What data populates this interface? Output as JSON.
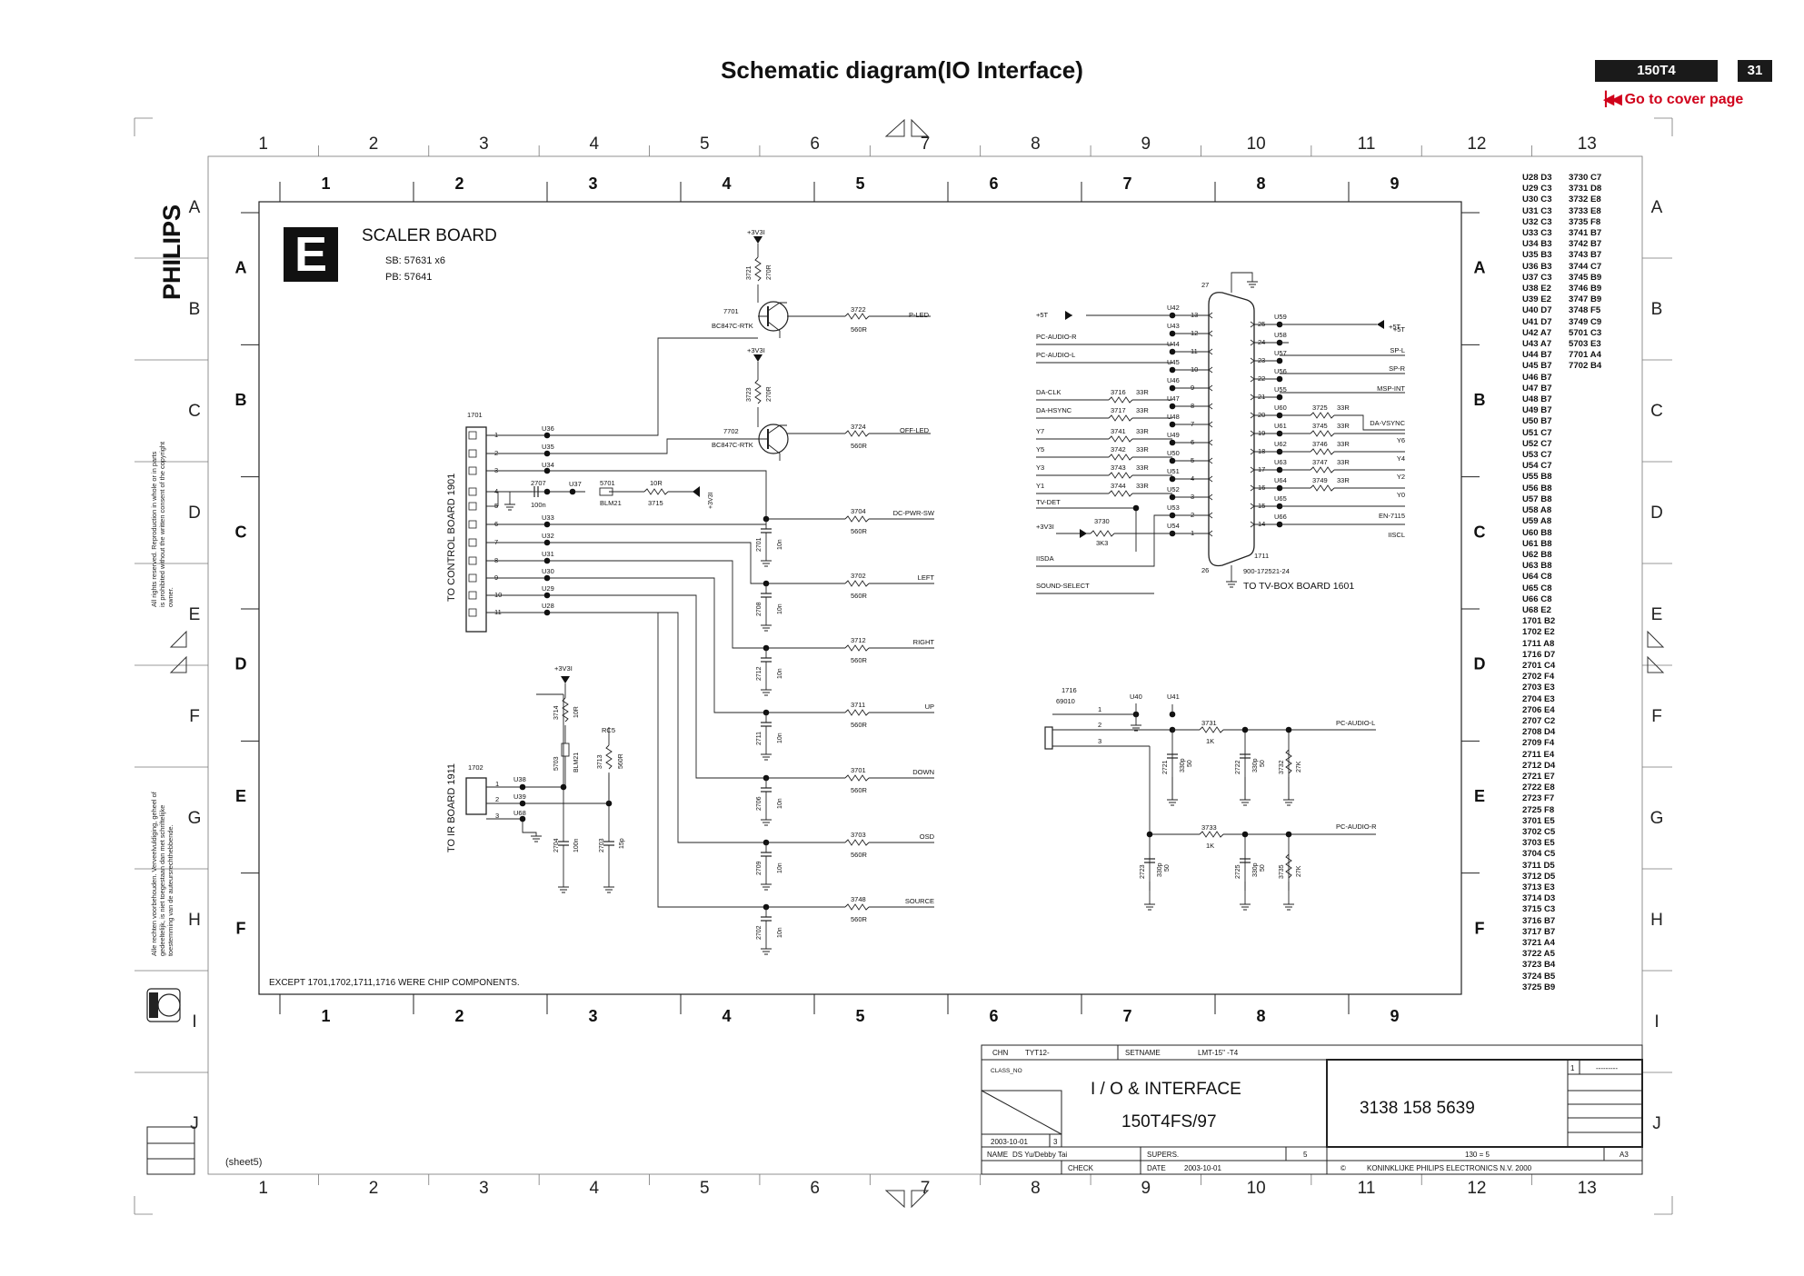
{
  "header": {
    "title": "Schematic diagram(IO Interface)",
    "model": "150T4",
    "page_number": "31",
    "cover_link": "Go to cover page"
  },
  "brand": {
    "logo_text": "PHILIPS",
    "copyright_en": [
      "All rights reserved. Reproduction in whole or in parts",
      "is prohibited without the written consent of the copyright",
      "owner."
    ],
    "copyright_nl": [
      "Alle rechten voorbehouden. Verveelvuldiging, geheel of",
      "gedeeltelijk, is niet toegestaan dan met schriftelijke",
      "toestemming van de auteursrechthebbende."
    ]
  },
  "outer_grid": {
    "columns": [
      "1",
      "2",
      "3",
      "4",
      "5",
      "6",
      "7",
      "8",
      "9",
      "10",
      "11",
      "12",
      "13"
    ],
    "rows": [
      "A",
      "B",
      "C",
      "D",
      "E",
      "F",
      "G",
      "H",
      "I",
      "J"
    ]
  },
  "inner_grid": {
    "columns": [
      "1",
      "2",
      "3",
      "4",
      "5",
      "6",
      "7",
      "8",
      "9"
    ],
    "rows": [
      "A",
      "B",
      "C",
      "D",
      "E",
      "F"
    ]
  },
  "board": {
    "letter": "E",
    "name": "SCALER BOARD",
    "sb": "SB: 57631 x6",
    "pb": "PB: 57641",
    "footnote": "EXCEPT 1701,1702,1711,1716  WERE CHIP COMPONENTS."
  },
  "connector_1701": {
    "ref": "1701",
    "label": "TO CONTROL  BOARD 1901",
    "pins": [
      "1",
      "2",
      "3",
      "4",
      "5",
      "6",
      "7",
      "8",
      "9",
      "10",
      "11"
    ],
    "test_points": [
      "U36",
      "U35",
      "U34",
      "U37",
      "U33",
      "U32",
      "U31",
      "U30",
      "U29",
      "U28"
    ]
  },
  "connector_1702": {
    "ref": "1702",
    "label": "TO IR  BOARD 1911",
    "pins": [
      "1",
      "2",
      "3"
    ],
    "test_points": [
      "U38",
      "U39",
      "U68"
    ]
  },
  "components_left": {
    "r_3721": "3721",
    "r_3721_val": "270R",
    "supply_1": "+3V3I",
    "t_7701": "7701",
    "t_7701_type": "BC847C-RTK",
    "r_3722": "3722",
    "r_3722_val": "560R",
    "net_pled": "P-LED",
    "r_3723": "3723",
    "r_3723_val": "270R",
    "supply_2": "+3V3I",
    "t_7702": "7702",
    "t_7702_type": "BC847C-RTK",
    "r_3724": "3724",
    "r_3724_val": "560R",
    "net_offled": "OFF-LED",
    "c_2707": "2707",
    "c_2707_val": "100n",
    "l_5701": "5701",
    "l_5701_type": "BLM21",
    "r_3715": "3715",
    "r_3715_val": "10R",
    "supply_3": "+3V3I",
    "r_3714": "3714",
    "r_3714_val": "10R",
    "supply_4": "+3V3I",
    "l_5703": "5703",
    "l_5703_type": "BLM21",
    "r_3713": "3713",
    "r_3713_val": "560R",
    "rc5": "RC5",
    "c_2704": "2704",
    "c_2704_val": "100n",
    "c_2703": "2703",
    "c_2703_val": "15p"
  },
  "output_lines": [
    {
      "r": "3704",
      "val": "560R",
      "net": "DC-PWR-SW",
      "c": "2701",
      "cval": "10n"
    },
    {
      "r": "3702",
      "val": "560R",
      "net": "LEFT",
      "c": "2708",
      "cval": "10n"
    },
    {
      "r": "3712",
      "val": "560R",
      "net": "RIGHT",
      "c": "2712",
      "cval": "10n"
    },
    {
      "r": "3711",
      "val": "560R",
      "net": "UP",
      "c": "2711",
      "cval": "10n"
    },
    {
      "r": "3701",
      "val": "560R",
      "net": "DOWN",
      "c": "2706",
      "cval": "10n"
    },
    {
      "r": "3703",
      "val": "560R",
      "net": "OSD",
      "c": "2709",
      "cval": "10n"
    },
    {
      "r": "3748",
      "val": "560R",
      "net": "SOURCE",
      "c": "2702",
      "cval": "10n"
    }
  ],
  "connector_1711": {
    "ref": "1711",
    "part": "900-172521-24",
    "label": "TO TV-BOX  BOARD 1601",
    "pin_top": "27",
    "pin_bottom": "26",
    "left_pins": [
      "13",
      "12",
      "11",
      "10",
      "9",
      "8",
      "7",
      "6",
      "5",
      "4",
      "3",
      "2",
      "1"
    ],
    "right_pins": [
      "25",
      "24",
      "23",
      "22",
      "21",
      "20",
      "19",
      "18",
      "17",
      "16",
      "15",
      "14"
    ],
    "left_test_points": [
      "U42",
      "U43",
      "U44",
      "U45",
      "U46",
      "U47",
      "U48",
      "U49",
      "U50",
      "U51",
      "U52",
      "U53",
      "U54"
    ],
    "right_test_points": [
      "U59",
      "U58",
      "U57",
      "U56",
      "U55",
      "U60",
      "U61",
      "U62",
      "U63",
      "U64",
      "U65",
      "U66"
    ],
    "left_nets": [
      "+5T",
      "PC-AUDIO-R",
      "PC-AUDIO-L",
      "DA-CLK",
      "DA-HSYNC",
      "Y7",
      "Y5",
      "Y3",
      "Y1",
      "TV-DET",
      "+3V3I",
      "IISDA",
      "SOUND-SELECT"
    ],
    "right_nets": [
      "+5T",
      "SP-L",
      "SP-R",
      "MSP-INT",
      "DA-VSYNC",
      "Y6",
      "Y4",
      "Y2",
      "Y0",
      "EN-7115",
      "IISCL"
    ],
    "left_resistors": [
      {
        "r": "3716",
        "val": "33R"
      },
      {
        "r": "3717",
        "val": "33R"
      },
      {
        "r": "3741",
        "val": "33R"
      },
      {
        "r": "3742",
        "val": "33R"
      },
      {
        "r": "3743",
        "val": "33R"
      },
      {
        "r": "3744",
        "val": "33R"
      },
      {
        "r": "3730",
        "val": "3K3"
      }
    ],
    "right_resistors": [
      {
        "r": "3725",
        "val": "33R"
      },
      {
        "r": "3745",
        "val": "33R"
      },
      {
        "r": "3746",
        "val": "33R"
      },
      {
        "r": "3747",
        "val": "33R"
      },
      {
        "r": "3749",
        "val": "33R"
      }
    ]
  },
  "audio_1716": {
    "ref": "1716",
    "part": "69010",
    "pins": [
      "1",
      "2",
      "3"
    ],
    "test_points": [
      "U40",
      "U41"
    ],
    "r_3731": "3731",
    "r_3731_val": "1K",
    "r_3733": "3733",
    "r_3733_val": "1K",
    "net_l": "PC-AUDIO-L",
    "net_r": "PC-AUDIO-R",
    "caps": [
      {
        "ref": "2721",
        "val": "330p",
        "v": "50"
      },
      {
        "ref": "2722",
        "val": "330p",
        "v": "50"
      },
      {
        "ref": "3732",
        "val": "27K",
        "v": ""
      },
      {
        "ref": "2723",
        "val": "330p",
        "v": "50"
      },
      {
        "ref": "2725",
        "val": "330p",
        "v": "50"
      },
      {
        "ref": "3735",
        "val": "27K",
        "v": ""
      }
    ]
  },
  "ref_index_col1": [
    "U28 D3",
    "U29 C3",
    "U30 C3",
    "U31 C3",
    "U32 C3",
    "U33 C3",
    "U34 B3",
    "U35 B3",
    "U36 B3",
    "U37 C3",
    "U38 E2",
    "U39 E2",
    "U40 D7",
    "U41 D7",
    "U42 A7",
    "U43 A7",
    "U44 B7",
    "U45 B7",
    "U46 B7",
    "U47 B7",
    "U48 B7",
    "U49 B7",
    "U50 B7",
    "U51 C7",
    "U52 C7",
    "U53 C7",
    "U54 C7",
    "U55 B8",
    "U56 B8",
    "U57 B8",
    "U58 A8",
    "U59 A8",
    "U60 B8",
    "U61 B8",
    "U62 B8",
    "U63 B8",
    "U64 C8",
    "U65 C8",
    "U66 C8",
    "U68 E2",
    "1701 B2",
    "1702 E2",
    "1711 A8",
    "1716 D7",
    "2701 C4",
    "2702 F4",
    "2703 E3",
    "2704 E3",
    "2706 E4",
    "2707 C2",
    "2708 D4",
    "2709 F4",
    "2711 E4",
    "2712 D4",
    "2721 E7",
    "2722 E8",
    "2723 F7",
    "2725 F8",
    "3701 E5",
    "3702 C5",
    "3703 E5",
    "3704 C5",
    "3711 D5",
    "3712 D5",
    "3713 E3",
    "3714 D3",
    "3715 C3",
    "3716 B7",
    "3717 B7",
    "3721 A4",
    "3722 A5",
    "3723 B4",
    "3724 B5",
    "3725 B9"
  ],
  "ref_index_col2": [
    "3730 C7",
    "3731 D8",
    "3732 E8",
    "3733 E8",
    "3735 F8",
    "3741 B7",
    "3742 B7",
    "3743 B7",
    "3744 C7",
    "3745 B9",
    "3746 B9",
    "3747 B9",
    "3748 F5",
    "3749 C9",
    "5701 C3",
    "5703 E3",
    "7701 A4",
    "7702 B4"
  ],
  "title_block": {
    "chn_label": "CHN",
    "chn_value": "TYT12-",
    "setname_label": "SETNAME",
    "setname_value": "LMT-15\" -T4",
    "class_no": "CLASS_NO",
    "title_line1": "I / O & INTERFACE",
    "title_line2": "150T4FS/97",
    "doc_number": "3138 158 5639",
    "date_small": "2003-10-01",
    "date_small_n": "3",
    "name_label": "NAME",
    "name_value": "DS Yu/Debby Tai",
    "supers_label": "SUPERS.",
    "supers_value": "5",
    "check_label": "CHECK",
    "date_label": "DATE",
    "date_value": "2003-10-01",
    "copyright": "KONINKLIJKE PHILIPS ELECTRONICS N.V. 2000",
    "sheet_ratio": "130  =  5",
    "format": "A3",
    "rev": "1",
    "rev_dash": "---------"
  },
  "sheet_label": "(sheet5)"
}
